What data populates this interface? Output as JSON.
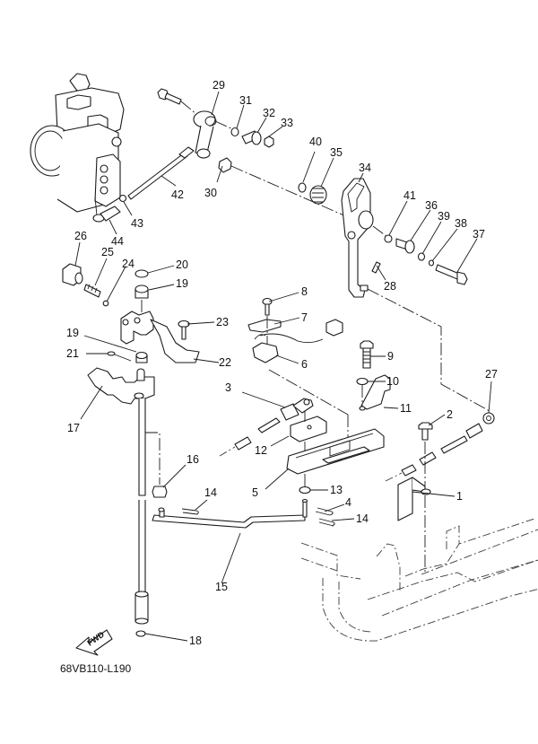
{
  "diagram": {
    "type": "exploded-parts-diagram",
    "drawing_code": "68VB110-L190",
    "direction_indicator": "FWD",
    "callouts": [
      {
        "id": "c1",
        "label": "1"
      },
      {
        "id": "c2",
        "label": "2"
      },
      {
        "id": "c3",
        "label": "3"
      },
      {
        "id": "c4",
        "label": "4"
      },
      {
        "id": "c5",
        "label": "5"
      },
      {
        "id": "c6",
        "label": "6"
      },
      {
        "id": "c7",
        "label": "7"
      },
      {
        "id": "c8",
        "label": "8"
      },
      {
        "id": "c9",
        "label": "9"
      },
      {
        "id": "c10",
        "label": "10"
      },
      {
        "id": "c11",
        "label": "11"
      },
      {
        "id": "c12",
        "label": "12"
      },
      {
        "id": "c13",
        "label": "13"
      },
      {
        "id": "c14a",
        "label": "14"
      },
      {
        "id": "c14b",
        "label": "14"
      },
      {
        "id": "c15",
        "label": "15"
      },
      {
        "id": "c16",
        "label": "16"
      },
      {
        "id": "c17",
        "label": "17"
      },
      {
        "id": "c18",
        "label": "18"
      },
      {
        "id": "c19a",
        "label": "19"
      },
      {
        "id": "c19b",
        "label": "19"
      },
      {
        "id": "c20",
        "label": "20"
      },
      {
        "id": "c21",
        "label": "21"
      },
      {
        "id": "c22",
        "label": "22"
      },
      {
        "id": "c23",
        "label": "23"
      },
      {
        "id": "c24",
        "label": "24"
      },
      {
        "id": "c25",
        "label": "25"
      },
      {
        "id": "c26",
        "label": "26"
      },
      {
        "id": "c27",
        "label": "27"
      },
      {
        "id": "c28",
        "label": "28"
      },
      {
        "id": "c29",
        "label": "29"
      },
      {
        "id": "c30",
        "label": "30"
      },
      {
        "id": "c31",
        "label": "31"
      },
      {
        "id": "c32",
        "label": "32"
      },
      {
        "id": "c33",
        "label": "33"
      },
      {
        "id": "c34",
        "label": "34"
      },
      {
        "id": "c35",
        "label": "35"
      },
      {
        "id": "c36",
        "label": "36"
      },
      {
        "id": "c37",
        "label": "37"
      },
      {
        "id": "c38",
        "label": "38"
      },
      {
        "id": "c39",
        "label": "39"
      },
      {
        "id": "c40",
        "label": "40"
      },
      {
        "id": "c41",
        "label": "41"
      },
      {
        "id": "c42",
        "label": "42"
      },
      {
        "id": "c43",
        "label": "43"
      },
      {
        "id": "c44",
        "label": "44"
      }
    ]
  }
}
